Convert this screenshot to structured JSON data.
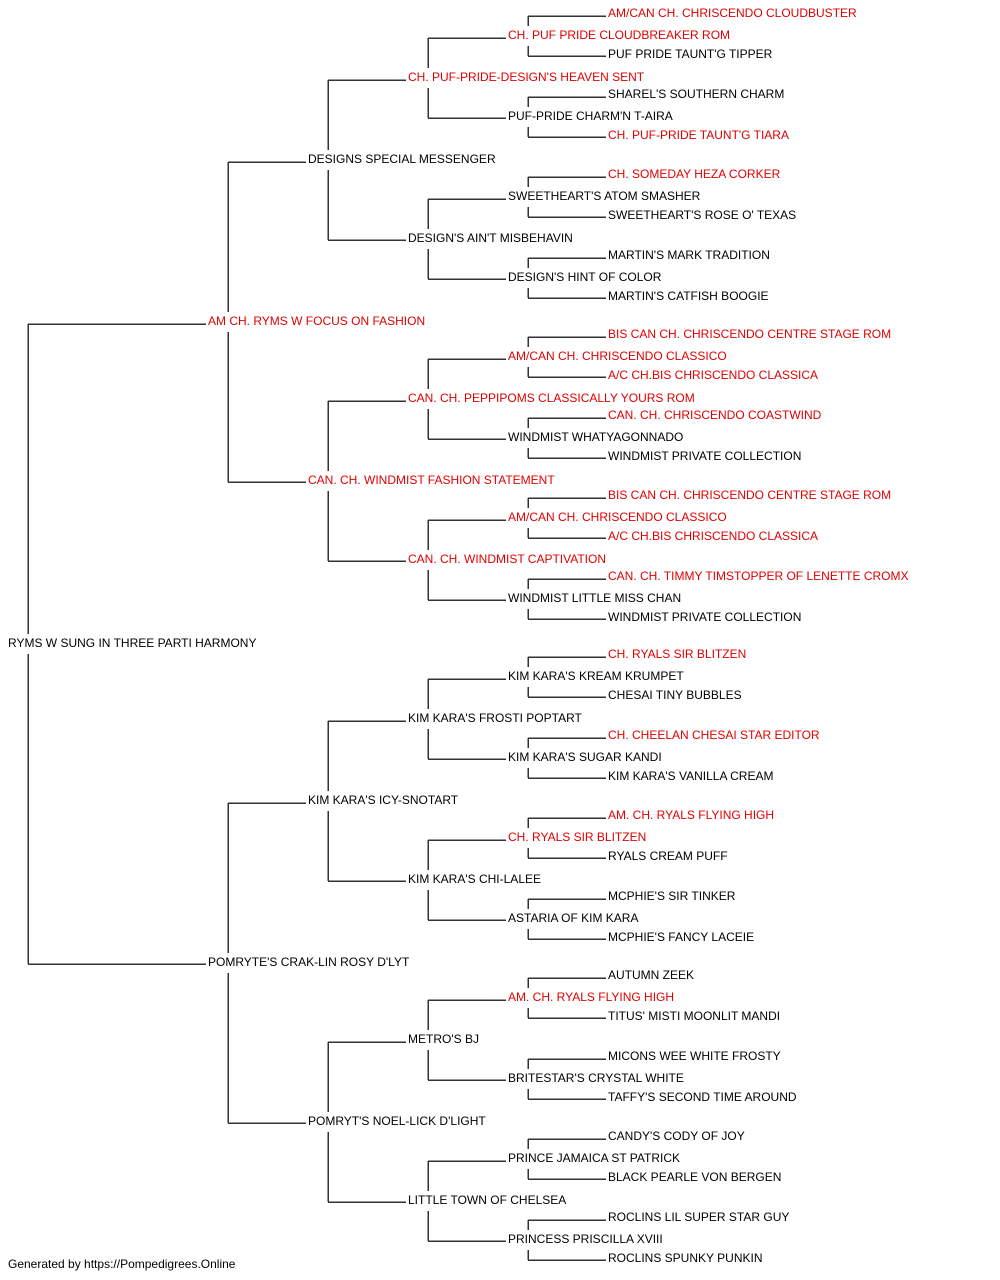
{
  "colors": {
    "champion": "#e00000",
    "normal": "#000000",
    "line": "#333333"
  },
  "footer": "Generated by https://Pompedigrees.Online",
  "pedigree": {
    "name": "RYMS W SUNG IN THREE PARTI HARMONY",
    "champion": false,
    "sire": {
      "name": "AM CH. RYMS W FOCUS ON FASHION",
      "champion": true,
      "sire": {
        "name": "DESIGNS SPECIAL MESSENGER",
        "champion": false,
        "sire": {
          "name": "CH. PUF-PRIDE-DESIGN'S HEAVEN SENT",
          "champion": true,
          "sire": {
            "name": "CH. PUF PRIDE CLOUDBREAKER ROM",
            "champion": true,
            "sire": {
              "name": "AM/CAN CH. CHRISCENDO CLOUDBUSTER",
              "champion": true
            },
            "dam": {
              "name": "PUF PRIDE TAUNT'G TIPPER",
              "champion": false
            }
          },
          "dam": {
            "name": "PUF-PRIDE CHARM'N T-AIRA",
            "champion": false,
            "sire": {
              "name": "SHAREL'S SOUTHERN CHARM",
              "champion": false
            },
            "dam": {
              "name": "CH. PUF-PRIDE TAUNT'G TIARA",
              "champion": true
            }
          }
        },
        "dam": {
          "name": "DESIGN'S AIN'T MISBEHAVIN",
          "champion": false,
          "sire": {
            "name": "SWEETHEART'S ATOM SMASHER",
            "champion": false,
            "sire": {
              "name": "CH. SOMEDAY HEZA CORKER",
              "champion": true
            },
            "dam": {
              "name": "SWEETHEART'S ROSE O' TEXAS",
              "champion": false
            }
          },
          "dam": {
            "name": "DESIGN'S HINT OF COLOR",
            "champion": false,
            "sire": {
              "name": "MARTIN'S MARK TRADITION",
              "champion": false
            },
            "dam": {
              "name": "MARTIN'S CATFISH BOOGIE",
              "champion": false
            }
          }
        }
      },
      "dam": {
        "name": "CAN. CH. WINDMIST FASHION STATEMENT",
        "champion": true,
        "sire": {
          "name": "CAN. CH. PEPPIPOMS CLASSICALLY YOURS ROM",
          "champion": true,
          "sire": {
            "name": "AM/CAN CH. CHRISCENDO CLASSICO",
            "champion": true,
            "sire": {
              "name": "BIS CAN CH. CHRISCENDO CENTRE STAGE ROM",
              "champion": true
            },
            "dam": {
              "name": "A/C CH.BIS CHRISCENDO CLASSICA",
              "champion": true
            }
          },
          "dam": {
            "name": "WINDMIST WHATYAGONNADO",
            "champion": false,
            "sire": {
              "name": "CAN. CH. CHRISCENDO COASTWIND",
              "champion": true
            },
            "dam": {
              "name": "WINDMIST PRIVATE COLLECTION",
              "champion": false
            }
          }
        },
        "dam": {
          "name": "CAN. CH. WINDMIST CAPTIVATION",
          "champion": true,
          "sire": {
            "name": "AM/CAN CH. CHRISCENDO CLASSICO",
            "champion": true,
            "sire": {
              "name": "BIS CAN CH. CHRISCENDO CENTRE STAGE ROM",
              "champion": true
            },
            "dam": {
              "name": "A/C CH.BIS CHRISCENDO CLASSICA",
              "champion": true
            }
          },
          "dam": {
            "name": "WINDMIST LITTLE MISS CHAN",
            "champion": false,
            "sire": {
              "name": "CAN. CH. TIMMY TIMSTOPPER OF LENETTE CROMX",
              "champion": true
            },
            "dam": {
              "name": "WINDMIST PRIVATE COLLECTION",
              "champion": false
            }
          }
        }
      }
    },
    "dam": {
      "name": "POMRYTE'S CRAK-LIN ROSY D'LYT",
      "champion": false,
      "sire": {
        "name": "KIM KARA'S ICY-SNOTART",
        "champion": false,
        "sire": {
          "name": "KIM KARA'S FROSTI POPTART",
          "champion": false,
          "sire": {
            "name": "KIM KARA'S KREAM KRUMPET",
            "champion": false,
            "sire": {
              "name": "CH. RYALS SIR BLITZEN",
              "champion": true
            },
            "dam": {
              "name": "CHESAI TINY BUBBLES",
              "champion": false
            }
          },
          "dam": {
            "name": "KIM KARA'S SUGAR KANDI",
            "champion": false,
            "sire": {
              "name": "CH. CHEELAN CHESAI STAR EDITOR",
              "champion": true
            },
            "dam": {
              "name": "KIM KARA'S VANILLA CREAM",
              "champion": false
            }
          }
        },
        "dam": {
          "name": "KIM KARA'S CHI-LALEE",
          "champion": false,
          "sire": {
            "name": "CH. RYALS SIR BLITZEN",
            "champion": true,
            "sire": {
              "name": "AM. CH. RYALS FLYING HIGH",
              "champion": true
            },
            "dam": {
              "name": "RYALS CREAM PUFF",
              "champion": false
            }
          },
          "dam": {
            "name": "ASTARIA OF KIM KARA",
            "champion": false,
            "sire": {
              "name": "MCPHIE'S SIR TINKER",
              "champion": false
            },
            "dam": {
              "name": "MCPHIE'S FANCY LACEIE",
              "champion": false
            }
          }
        }
      },
      "dam": {
        "name": "POMRYT'S NOEL-LICK D'LIGHT",
        "champion": false,
        "sire": {
          "name": "METRO'S BJ",
          "champion": false,
          "sire": {
            "name": "AM. CH. RYALS FLYING HIGH",
            "champion": true,
            "sire": {
              "name": "AUTUMN ZEEK",
              "champion": false
            },
            "dam": {
              "name": "TITUS' MISTI MOONLIT MANDI",
              "champion": false
            }
          },
          "dam": {
            "name": "BRITESTAR'S CRYSTAL WHITE",
            "champion": false,
            "sire": {
              "name": "MICONS WEE WHITE FROSTY",
              "champion": false
            },
            "dam": {
              "name": "TAFFY'S SECOND TIME AROUND",
              "champion": false
            }
          }
        },
        "dam": {
          "name": "LITTLE TOWN OF CHELSEA",
          "champion": false,
          "sire": {
            "name": "PRINCE JAMAICA ST PATRICK",
            "champion": false,
            "sire": {
              "name": "CANDY'S CODY OF JOY",
              "champion": false
            },
            "dam": {
              "name": "BLACK PEARLE VON BERGEN",
              "champion": false
            }
          },
          "dam": {
            "name": "PRINCESS PRISCILLA XVIII",
            "champion": false,
            "sire": {
              "name": "ROCLINS LIL SUPER STAR GUY",
              "champion": false
            },
            "dam": {
              "name": "ROCLINS SPUNKY PUNKIN",
              "champion": false
            }
          }
        }
      }
    }
  }
}
